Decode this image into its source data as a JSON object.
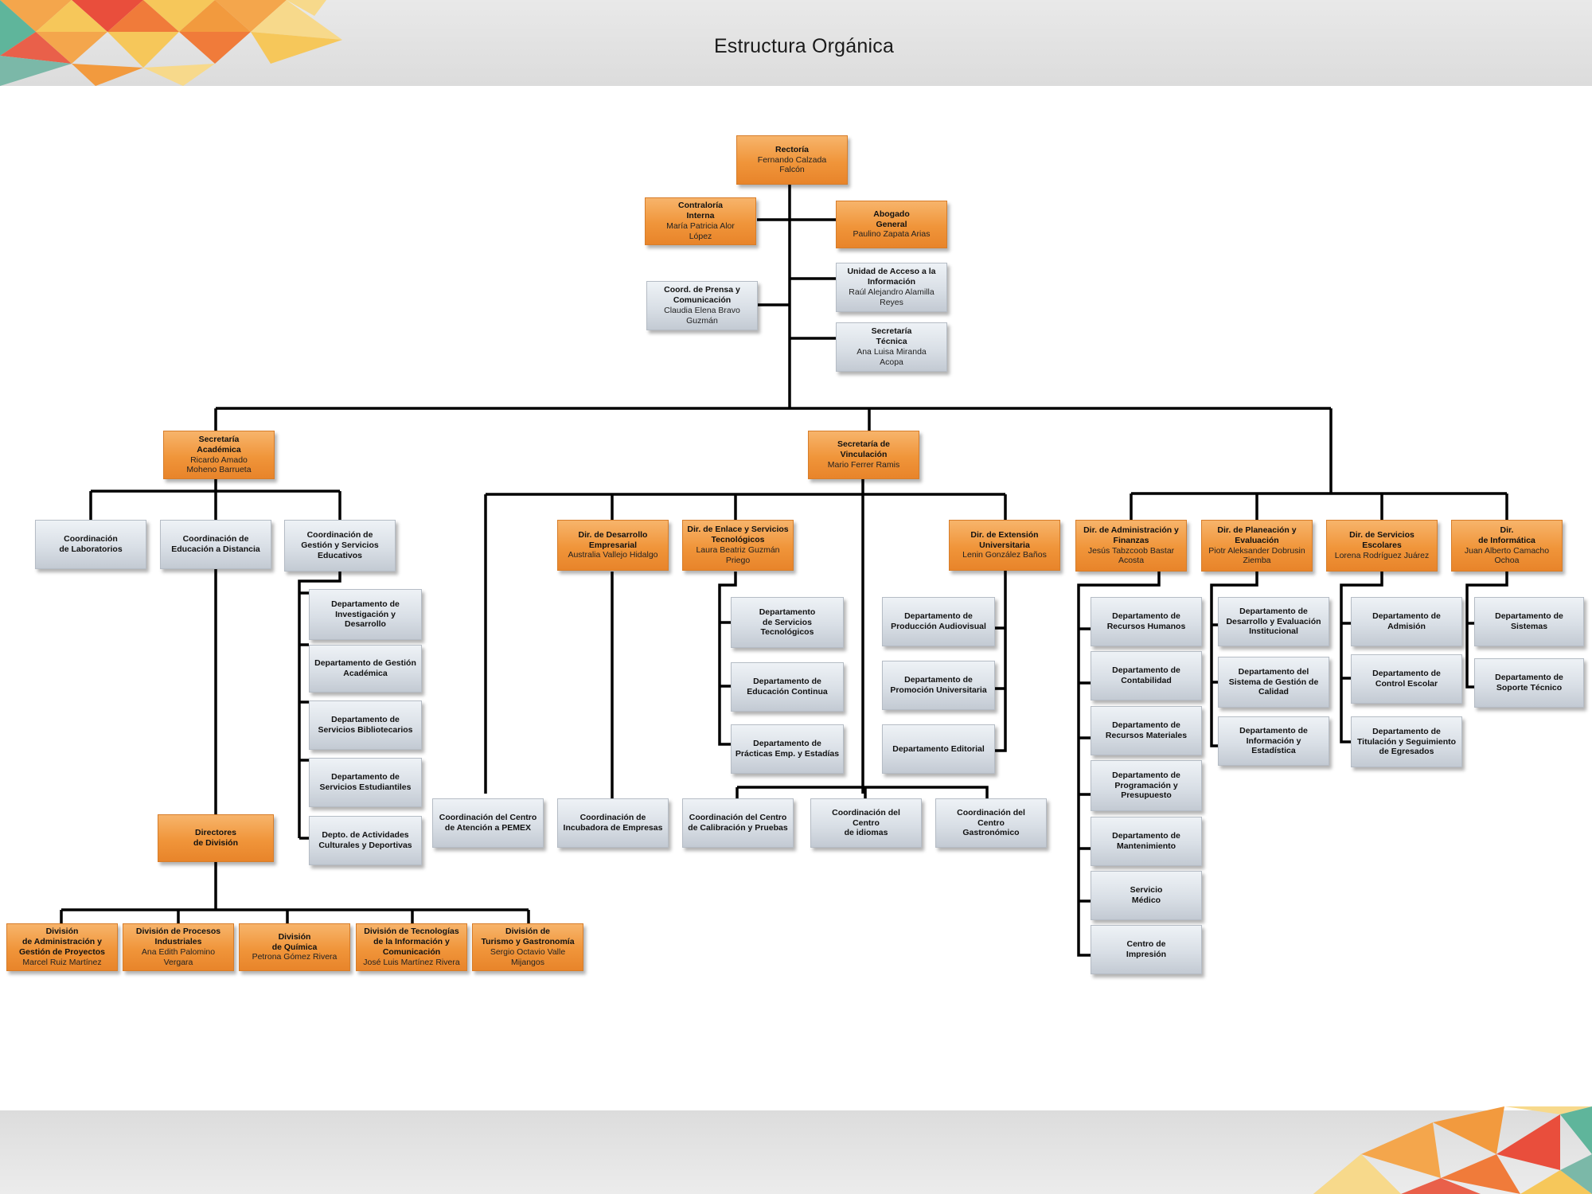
{
  "title": "Estructura Orgánica",
  "colors": {
    "leadership": "#f0953a",
    "department": "#d9dfe6",
    "connector": "#000000"
  },
  "nodes": {
    "rectoria": {
      "title": "Rectoría",
      "person": "Fernando Calzada\nFalcón"
    },
    "contraloria": {
      "title": "Contraloría\nInterna",
      "person": "María Patricia Alor\nLópez"
    },
    "abogado": {
      "title": "Abogado\nGeneral",
      "person": "Paulino Zapata Arias"
    },
    "unidad_acceso": {
      "title": "Unidad de Acceso a la\nInformación",
      "person": "Raúl Alejandro Alamilla\nReyes"
    },
    "prensa": {
      "title": "Coord. de Prensa y\nComunicación",
      "person": "Claudia Elena Bravo\nGuzmán"
    },
    "sec_tecnica": {
      "title": "Secretaría\nTécnica",
      "person": "Ana Luisa Miranda\nAcopa"
    },
    "sec_academica": {
      "title": "Secretaría\nAcadémica",
      "person": "Ricardo Amado\nMoheno Barrueta"
    },
    "sec_vinculacion": {
      "title": "Secretaría de\nVinculación",
      "person": "Mario Ferrer Ramis"
    },
    "coord_lab": {
      "title": "Coordinación\nde Laboratorios"
    },
    "coord_edu_dist": {
      "title": "Coordinación de\nEducación a Distancia"
    },
    "coord_gestion": {
      "title": "Coordinación de\nGestión y Servicios\nEducativos"
    },
    "dep_investigacion": {
      "title": "Departamento  de\nInvestigación y\nDesarrollo"
    },
    "dep_gestion_acad": {
      "title": "Departamento de Gestión\nAcadémica"
    },
    "dep_bibliotecarios": {
      "title": "Departamento de\nServicios Bibliotecarios"
    },
    "dep_estudiantiles": {
      "title": "Departamento de\nServicios Estudiantiles"
    },
    "dep_culturales": {
      "title": "Depto. de Actividades\nCulturales y Deportivas"
    },
    "directores_div": {
      "title": "Directores\nde División"
    },
    "div_admin": {
      "title": "División\nde Administración y\nGestión de Proyectos",
      "person": "Marcel Ruiz Martínez"
    },
    "div_procesos": {
      "title": "División de Procesos\nIndustriales",
      "person": "Ana Edith Palomino\nVergara"
    },
    "div_quimica": {
      "title": "División\nde Química",
      "person": "Petrona Gómez Rivera"
    },
    "div_tecnologias": {
      "title": "División de Tecnologías\nde la Información y\nComunicación",
      "person": "José Luis Martínez Rivera"
    },
    "div_turismo": {
      "title": "División de\nTurismo y Gastronomía",
      "person": "Sergio Octavio Valle\nMijangos"
    },
    "dir_desarrollo_emp": {
      "title": "Dir. de Desarrollo\nEmpresarial",
      "person": "Australia Vallejo Hidalgo"
    },
    "dir_enlace": {
      "title": "Dir. de Enlace y Servicios\nTecnológicos",
      "person": "Laura Beatriz Guzmán\nPriego"
    },
    "dir_extension": {
      "title": "Dir. de Extensión\nUniversitaria",
      "person": "Lenin González Baños"
    },
    "dep_serv_tec": {
      "title": "Departamento\nde Servicios\nTecnológicos"
    },
    "dep_edu_continua": {
      "title": "Departamento de\nEducación Continua"
    },
    "dep_practicas": {
      "title": "Departamento de\nPrácticas Emp. y Estadías"
    },
    "dep_audiovisual": {
      "title": "Departamento de\nProducción Audiovisual"
    },
    "dep_promocion": {
      "title": "Departamento de\nPromoción Universitaria"
    },
    "dep_editorial": {
      "title": "Departamento Editorial"
    },
    "coord_pemex": {
      "title": "Coordinación del Centro\nde Atención a PEMEX"
    },
    "coord_incubadora": {
      "title": "Coordinación de\nIncubadora de Empresas"
    },
    "coord_calibracion": {
      "title": "Coordinación del Centro\nde Calibración y Pruebas"
    },
    "coord_idiomas": {
      "title": "Coordinación del\nCentro\nde idiomas"
    },
    "coord_gastronomico": {
      "title": "Coordinación del\nCentro\nGastronómico"
    },
    "dir_admin_fin": {
      "title": "Dir. de Administración y\nFinanzas",
      "person": "Jesús Tabzcoob Bastar\nAcosta"
    },
    "dir_planeacion": {
      "title": "Dir. de Planeación y\nEvaluación",
      "person": "Piotr Aleksander Dobrusin\nZiemba"
    },
    "dir_serv_escolares": {
      "title": "Dir. de Servicios\nEscolares",
      "person": "Lorena Rodríguez Juárez"
    },
    "dir_informatica": {
      "title": "Dir.\nde Informática",
      "person": "Juan Alberto Camacho\nOchoa"
    },
    "dep_rh": {
      "title": "Departamento de\nRecursos Humanos"
    },
    "dep_contabilidad": {
      "title": "Departamento de\nContabilidad"
    },
    "dep_materiales": {
      "title": "Departamento de\nRecursos Materiales"
    },
    "dep_programacion": {
      "title": "Departamento de\nProgramación y\nPresupuesto"
    },
    "dep_mantenimiento": {
      "title": "Departamento de\nMantenimiento"
    },
    "servicio_medico": {
      "title": "Servicio\nMédico"
    },
    "centro_impresion": {
      "title": "Centro  de\nImpresión"
    },
    "dep_desarrollo_inst": {
      "title": "Departamento de\nDesarrollo y Evaluación\nInstitucional"
    },
    "dep_sistema_calidad": {
      "title": "Departamento del\nSistema de Gestión de\nCalidad"
    },
    "dep_info_estadistica": {
      "title": "Departamento de\nInformación y\nEstadística"
    },
    "dep_admision": {
      "title": "Departamento de\nAdmisión"
    },
    "dep_control_escolar": {
      "title": "Departamento  de\nControl Escolar"
    },
    "dep_titulacion": {
      "title": "Departamento  de\nTitulación y Seguimiento\nde Egresados"
    },
    "dep_sistemas": {
      "title": "Departamento de\nSistemas"
    },
    "dep_soporte": {
      "title": "Departamento de\nSoporte Técnico"
    }
  }
}
